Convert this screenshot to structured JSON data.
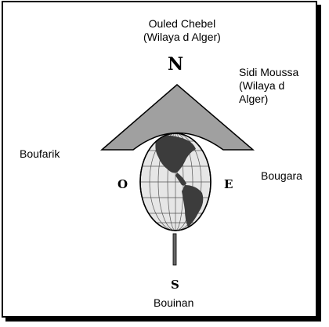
{
  "places": {
    "north": {
      "line1": "Ouled Chebel",
      "line2": "(Wilaya d Alger)"
    },
    "northeast": {
      "line1": "Sidi Moussa",
      "line2": "(Wilaya d",
      "line3": "Alger)"
    },
    "west": {
      "label": "Boufarik"
    },
    "east": {
      "label": "Bougara"
    },
    "south": {
      "label": "Bouinan"
    }
  },
  "compass": {
    "n": "N",
    "s": "S",
    "e": "E",
    "w": "O"
  },
  "colors": {
    "roof": "#a0a0a0",
    "ocean": "#e6e6e6",
    "land": "#3c3c3c",
    "outline": "#000000"
  }
}
